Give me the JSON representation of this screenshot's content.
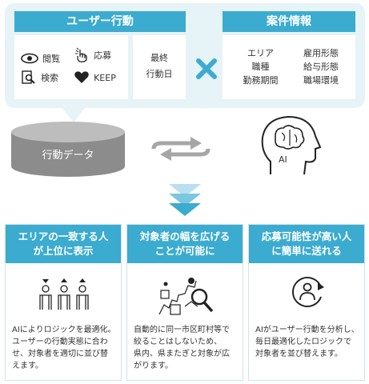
{
  "user_action": {
    "title": "ユーザー行動",
    "items": [
      {
        "icon": "eye-icon",
        "label": "閲覧"
      },
      {
        "icon": "pointing-hand-icon",
        "label": "応募"
      },
      {
        "icon": "magnifier-document-icon",
        "label": "検索"
      },
      {
        "icon": "heart-icon",
        "label": "KEEP"
      }
    ],
    "last_action_line1": "最終",
    "last_action_line2": "行動日"
  },
  "job_info": {
    "title": "案件情報",
    "col1": [
      "エリア",
      "職種",
      "勤務期間"
    ],
    "col2": [
      "雇用形態",
      "給与形態",
      "職場環境"
    ]
  },
  "data_label": "行動データ",
  "ai_label": "AI",
  "cards": [
    {
      "title_line1": "エリアの一致する人",
      "title_line2": "が上位に表示",
      "icon": "people-ranking-icon",
      "body": [
        "AIによりロジックを最適化。",
        "ユーザーの行動実態に合わ",
        "せ、対象者を適切に並び替",
        "えます。"
      ]
    },
    {
      "title_line1": "対象者の幅を広げる",
      "title_line2": "ことが可能に",
      "icon": "map-search-icon",
      "body": [
        "自動的に同一市区町村等で",
        "絞ることはしないため、",
        "県内、県またぎと対象が広",
        "がります。"
      ]
    },
    {
      "title_line1": "応募可能性が高い人",
      "title_line2": "に簡単に送れる",
      "icon": "user-refresh-icon",
      "body": [
        "AIがユーザー行動を分析し、",
        "毎日最適化したロジックで",
        "対象者を並び替えます。"
      ]
    }
  ],
  "colors": {
    "accent": "#3cabd0",
    "bubble": "#e6f3f7",
    "dark": "#333333"
  }
}
